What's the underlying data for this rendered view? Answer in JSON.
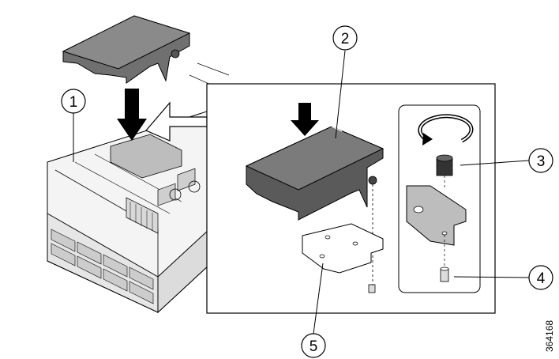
{
  "callouts": [
    {
      "id": "1",
      "label": "1"
    },
    {
      "id": "2",
      "label": "2"
    },
    {
      "id": "3",
      "label": "3"
    },
    {
      "id": "4",
      "label": "4"
    },
    {
      "id": "5",
      "label": "5"
    }
  ],
  "figure_id": "364168",
  "colors": {
    "cover_top": "#6f6f6f",
    "cover_side": "#4a4a4a",
    "bracket": "#bdbdbd",
    "outline": "#000000",
    "chassis": "#f2f2f2"
  }
}
